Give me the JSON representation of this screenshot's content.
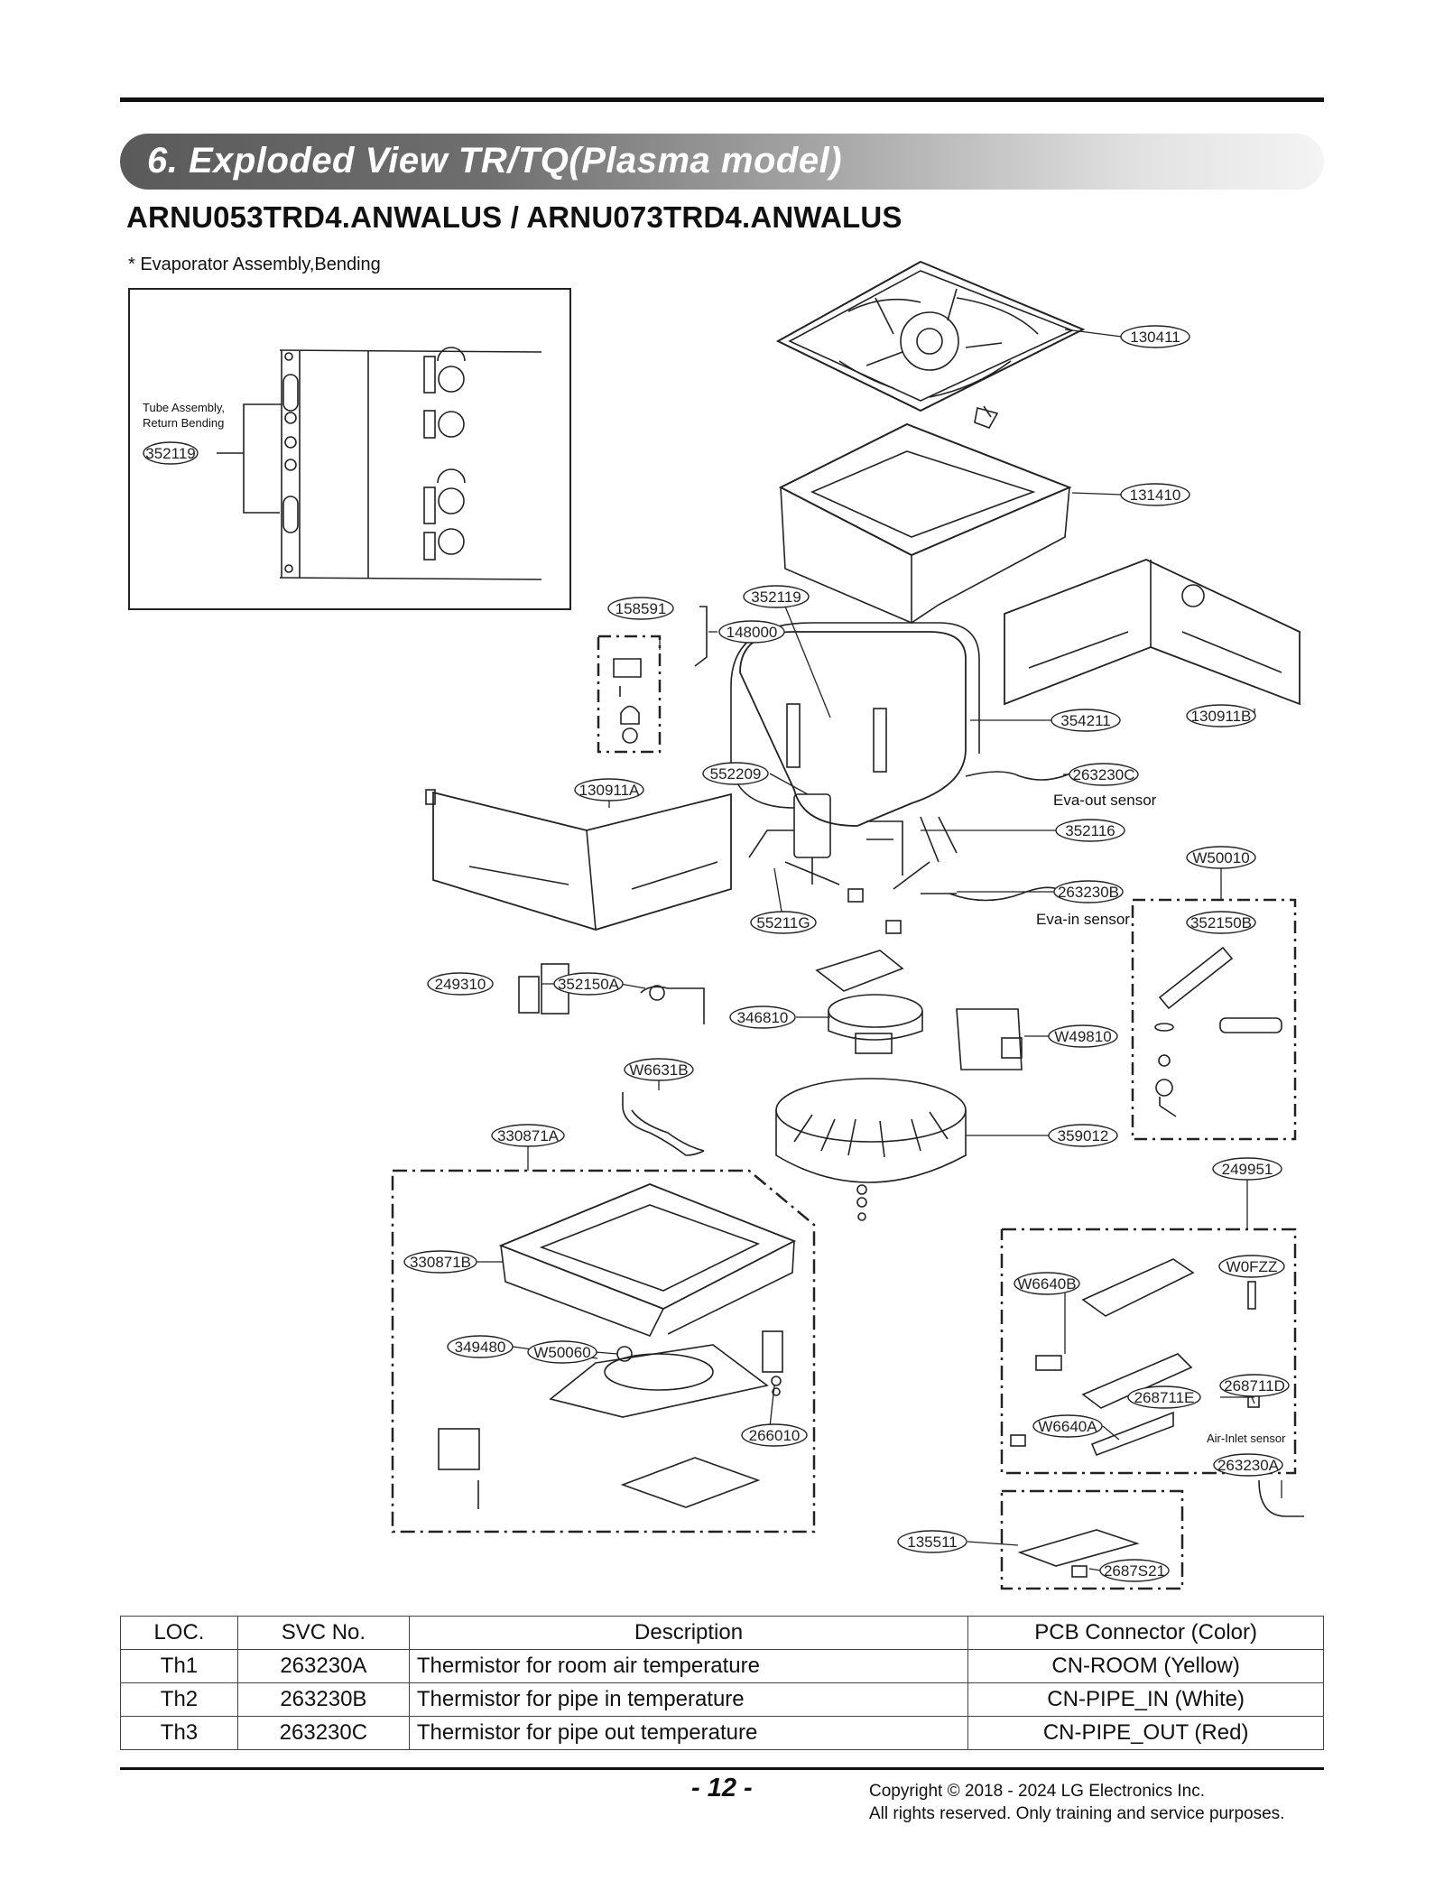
{
  "header": {
    "section_title": "6. Exploded View TR/TQ(Plasma model)",
    "model_line": "ARNU053TRD4.ANWALUS / ARNU073TRD4.ANWALUS"
  },
  "inset": {
    "note": "* Evaporator Assembly,Bending",
    "label_line1": "Tube Assembly,",
    "label_line2": "Return Bending",
    "part": "352119"
  },
  "parts": {
    "p130411": "130411",
    "p131410": "131410",
    "p158591": "158591",
    "p352119": "352119",
    "p148000": "148000",
    "p354211": "354211",
    "p130911B": "130911B",
    "p552209": "552209",
    "p130911A": "130911A",
    "p263230C": "263230C",
    "p352116": "352116",
    "pW50010": "W50010",
    "p263230B": "263230B",
    "p55211G": "55211G",
    "p352150B": "352150B",
    "p249310": "249310",
    "p352150A": "352150A",
    "p346810": "346810",
    "pW49810": "W49810",
    "pW6631B": "W6631B",
    "p330871A": "330871A",
    "p359012": "359012",
    "p249951": "249951",
    "p330871B": "330871B",
    "pW6640B": "W6640B",
    "pW0FZZ": "W0FZZ",
    "p349480": "349480",
    "pW50060": "W50060",
    "p268711D": "268711D",
    "p268711E": "268711E",
    "p266010": "266010",
    "pW6640A": "W6640A",
    "p263230A": "263230A",
    "p135511": "135511",
    "p2687S21": "2687S21"
  },
  "labels": {
    "eva_out": "Eva-out sensor",
    "eva_in": "Eva-in sensor",
    "air_inlet": "Air-Inlet sensor"
  },
  "table": {
    "headers": [
      "LOC.",
      "SVC No.",
      "Description",
      "PCB Connector (Color)"
    ],
    "rows": [
      [
        "Th1",
        "263230A",
        "Thermistor for room air temperature",
        "CN-ROOM (Yellow)"
      ],
      [
        "Th2",
        "263230B",
        "Thermistor for pipe in temperature",
        "CN-PIPE_IN (White)"
      ],
      [
        "Th3",
        "263230C",
        "Thermistor for pipe out temperature",
        "CN-PIPE_OUT (Red)"
      ]
    ]
  },
  "footer": {
    "page_number": "- 12 -",
    "copyright_line1": "Copyright © 2018 - 2024 LG Electronics Inc.",
    "copyright_line2": "All rights reserved. Only training and service purposes."
  }
}
